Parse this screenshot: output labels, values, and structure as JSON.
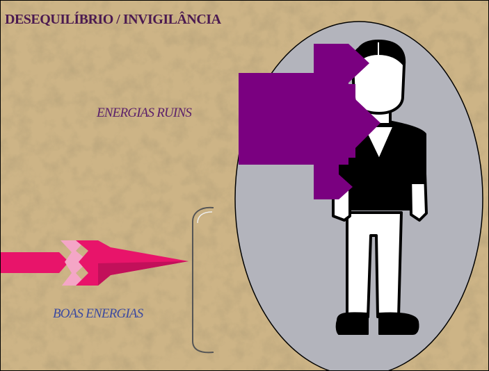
{
  "title": "DESEQUILÍBRIO / INVIGILÂNCIA",
  "labels": {
    "bad_energies": "ENERGIAS RUINS",
    "good_energies": "BOAS ENERGIAS"
  },
  "colors": {
    "background": "#cdb486",
    "aura": "#b3b4bc",
    "bad_energy_arrows": "#7a0080",
    "good_energy_arrow": "#e8146a",
    "title": "#4b1a50"
  },
  "icons": [
    "person-figure-icon",
    "purple-arrow-icon",
    "pink-arrow-icon",
    "shield-bracket-icon"
  ]
}
